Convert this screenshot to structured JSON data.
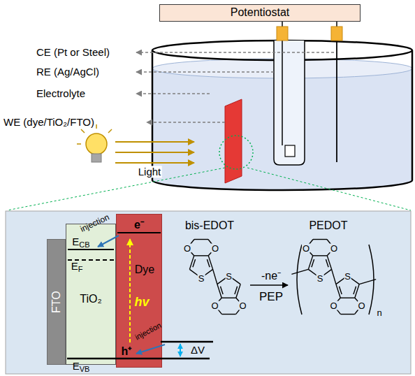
{
  "diagram": {
    "nodes": [
      {
        "text": [
          "Potentiostat"
        ]
      },
      {
        "text": [
          "FTO"
        ]
      },
      {
        "text": [
          "TiO₂"
        ]
      },
      {
        "text": [
          "Dye"
        ]
      }
    ],
    "labels": [
      "CE (Pt or Steel)",
      "RE (Ag/AgCl)",
      "Electrolyte",
      "WE (dye/TiO₂/FTO)",
      "Light",
      "injection",
      "e⁻",
      "ECB",
      "EF",
      "hv",
      "bis-EDOT",
      "PEDOT",
      "O",
      "O",
      "S",
      "S",
      "O",
      "O",
      "-ne⁻",
      "PEP",
      "O",
      "O",
      "S",
      "S",
      "O",
      "O",
      "n",
      "injection",
      "h⁺",
      "ΔV",
      "EVB"
    ]
  }
}
